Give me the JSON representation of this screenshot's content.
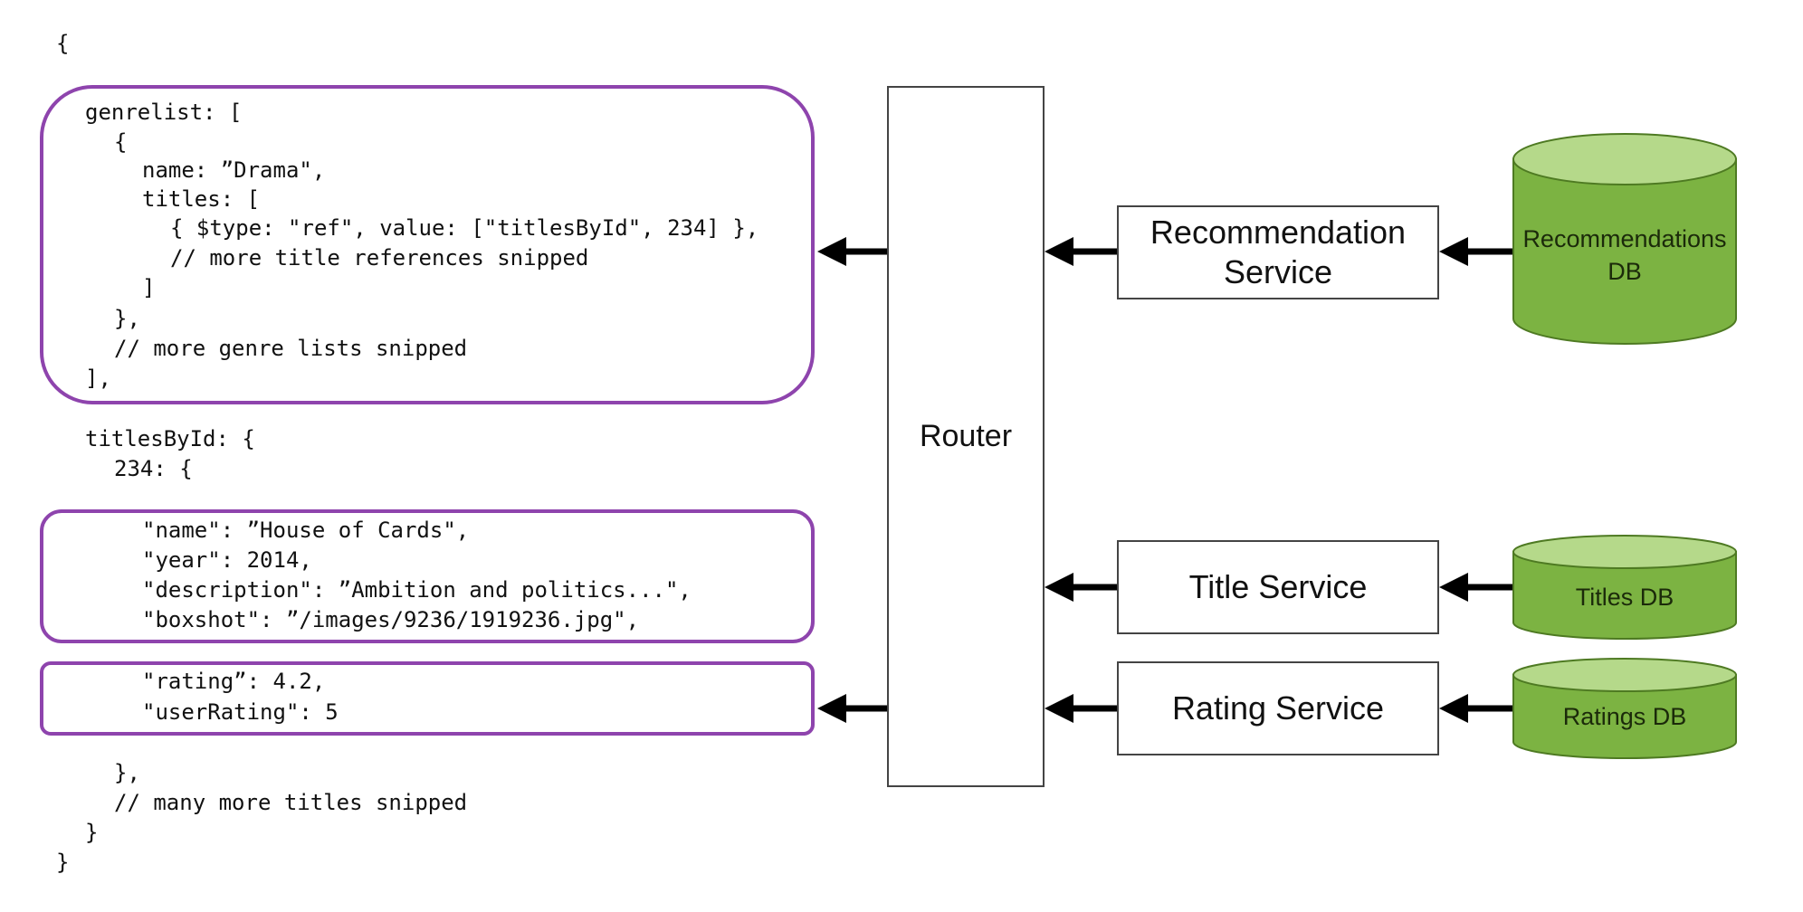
{
  "code": {
    "lines": [
      "{",
      "genrelist: [",
      "{",
      "name: ”Drama\",",
      "titles: [",
      "{ $type: \"ref\", value: [\"titlesById\", 234] },",
      "// more title references snipped",
      "]",
      "},",
      "// more genre lists snipped",
      "],",
      "titlesById: {",
      "234: {",
      "\"name\": ”House of Cards\",",
      "\"year\": 2014,",
      "\"description\": ”Ambition and politics...\",",
      "\"boxshot\": ”/images/9236/1919236.jpg\",",
      "\"rating”: 4.2,",
      "\"userRating\": 5",
      "},",
      "// many more titles snipped",
      "}",
      "}"
    ]
  },
  "router": {
    "label": "Router"
  },
  "services": {
    "recommendation": {
      "line1": "Recommendation",
      "line2": "Service"
    },
    "title": {
      "label": "Title Service"
    },
    "rating": {
      "label": "Rating Service"
    }
  },
  "databases": {
    "recommendations": {
      "line1": "Recommendations",
      "line2": "DB"
    },
    "titles": {
      "label": "Titles DB"
    },
    "ratings": {
      "label": "Ratings DB"
    }
  },
  "colors": {
    "highlight": "#8e44ad",
    "db_fill": "#7cb342",
    "db_top": "#b5d98a",
    "arrow": "#000000"
  }
}
